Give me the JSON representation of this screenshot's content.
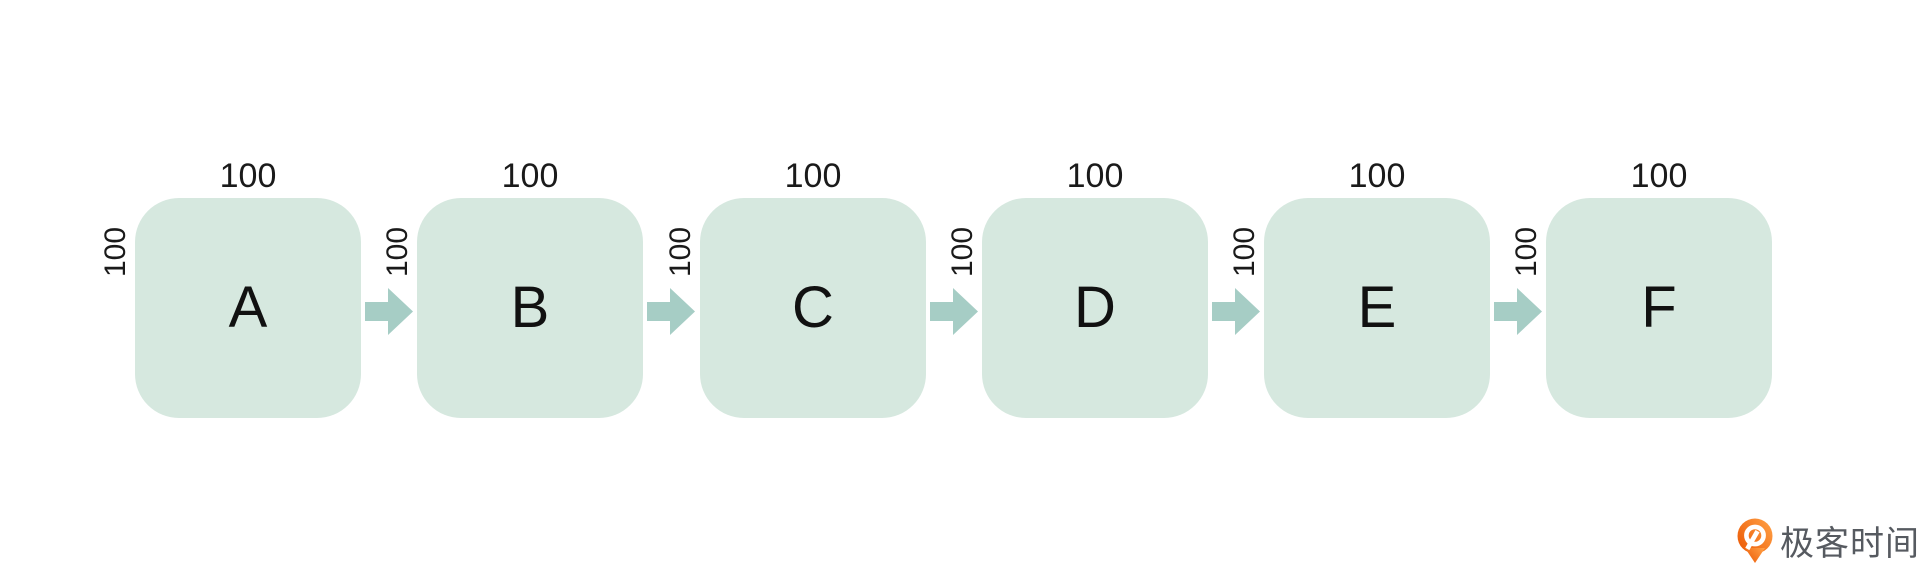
{
  "diagram": {
    "nodes": [
      {
        "id": "A",
        "label": "A",
        "top_label": "100",
        "side_label": "100"
      },
      {
        "id": "B",
        "label": "B",
        "top_label": "100",
        "side_label": "100"
      },
      {
        "id": "C",
        "label": "C",
        "top_label": "100",
        "side_label": "100"
      },
      {
        "id": "D",
        "label": "D",
        "top_label": "100",
        "side_label": "100"
      },
      {
        "id": "E",
        "label": "E",
        "top_label": "100",
        "side_label": "100"
      },
      {
        "id": "F",
        "label": "F",
        "top_label": "100",
        "side_label": "100"
      }
    ],
    "edges": [
      {
        "from": "A",
        "to": "B"
      },
      {
        "from": "B",
        "to": "C"
      },
      {
        "from": "C",
        "to": "D"
      },
      {
        "from": "D",
        "to": "E"
      },
      {
        "from": "E",
        "to": "F"
      }
    ]
  },
  "colors": {
    "background": "#ffffff",
    "node_fill": "#d6e8df",
    "node_text": "#111111",
    "label_text": "#1a1a1a",
    "arrow_fill": "#a6cdc5",
    "logo_text_color": "#565a60",
    "logo_orange_light": "#ff9e43",
    "logo_orange_dark": "#ec5b07"
  },
  "branding": {
    "logo_label": "极客时间",
    "logo_icon": "geektime-pin-icon"
  }
}
